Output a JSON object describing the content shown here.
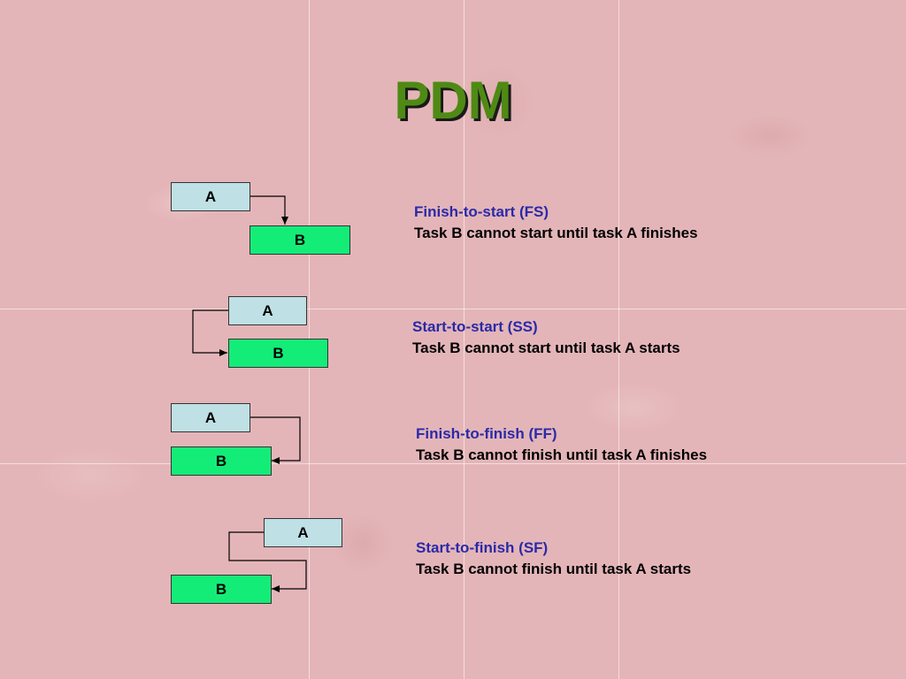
{
  "slide": {
    "title": "PDM",
    "relationships": [
      {
        "task_a": "A",
        "task_b": "B",
        "name": "Finish-to-start (FS)",
        "description": "Task B cannot start until task A finishes"
      },
      {
        "task_a": "A",
        "task_b": "B",
        "name": "Start-to-start (SS)",
        "description": "Task B cannot start until task A starts"
      },
      {
        "task_a": "A",
        "task_b": "B",
        "name": "Finish-to-finish (FF)",
        "description": "Task B cannot finish until task A finishes"
      },
      {
        "task_a": "A",
        "task_b": "B",
        "name": "Start-to-finish (SF)",
        "description": "Task B cannot finish until task A starts"
      }
    ]
  },
  "colors": {
    "background": "#e4b5b8",
    "title": "#4e8a14",
    "task_a_fill": "#bfe0e4",
    "task_b_fill": "#14ec78",
    "relationship_name": "#2a2aa8"
  }
}
